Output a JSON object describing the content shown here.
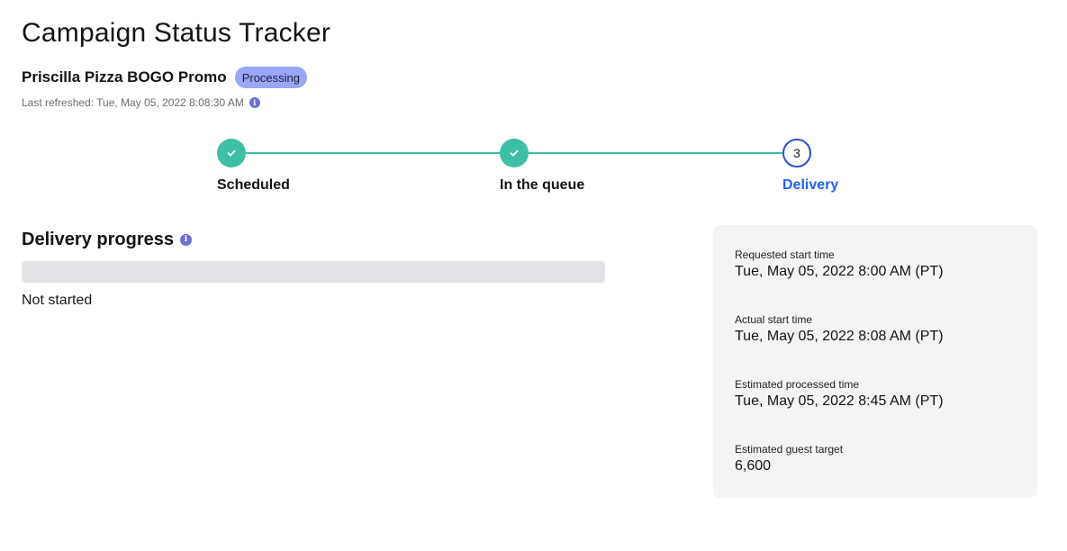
{
  "page": {
    "title": "Campaign Status Tracker"
  },
  "campaign": {
    "name": "Priscilla Pizza BOGO Promo",
    "status": "Processing",
    "last_refreshed": "Last refreshed: Tue, May 05, 2022 8:08:30 AM"
  },
  "icons": {
    "info": "info-icon",
    "check": "check-icon"
  },
  "colors": {
    "accent_teal": "#3dbfa6",
    "current_step_blue": "#2463eb",
    "badge_bg": "#9aa6f6",
    "info_icon": "#6d6fd6"
  },
  "stepper": {
    "steps": [
      {
        "label": "Scheduled",
        "state": "done"
      },
      {
        "label": "In the queue",
        "state": "done"
      },
      {
        "label": "Delivery",
        "state": "current",
        "number": "3"
      }
    ]
  },
  "delivery_progress": {
    "title": "Delivery progress",
    "percent": 0,
    "status": "Not started"
  },
  "details": {
    "requested_start": {
      "label": "Requested start time",
      "value": "Tue, May 05, 2022 8:00 AM (PT)"
    },
    "actual_start": {
      "label": "Actual start time",
      "value": "Tue, May 05, 2022 8:08 AM (PT)"
    },
    "estimated_processed": {
      "label": "Estimated processed time",
      "value": "Tue, May 05, 2022 8:45 AM (PT)"
    },
    "estimated_guest_target": {
      "label": "Estimated guest target",
      "value": "6,600"
    }
  }
}
